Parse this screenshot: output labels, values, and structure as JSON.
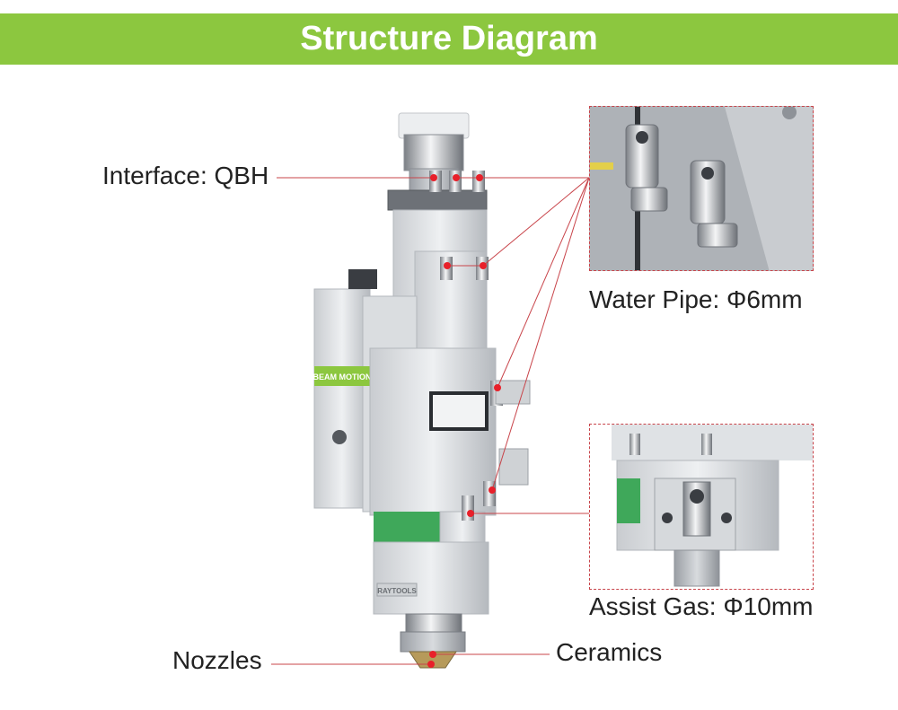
{
  "title": "Structure Diagram",
  "labels": {
    "interface": "Interface: QBH",
    "water_pipe": "Water Pipe: Φ6mm",
    "assist_gas": "Assist Gas: Φ10mm",
    "nozzles": "Nozzles",
    "ceramics": "Ceramics"
  },
  "product_markings": {
    "module_label": "BEAM MOTION",
    "brand": "RAYTOOLS"
  },
  "colors": {
    "banner": "#8cc73f",
    "leader_line": "#c8444a",
    "marker_dot": "#e8202a",
    "accent_green": "#3fa85a"
  }
}
